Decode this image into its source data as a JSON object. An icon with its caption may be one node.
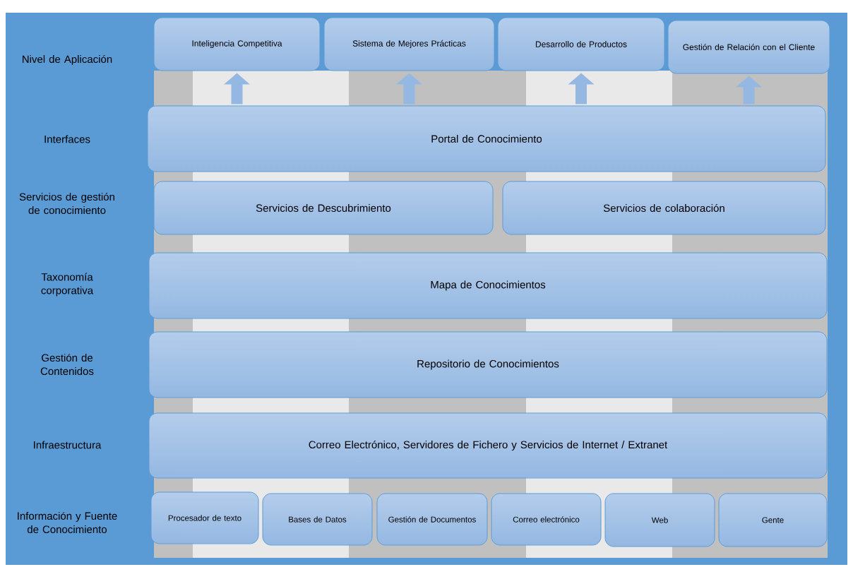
{
  "diagram": {
    "nodes": [
      {
        "text": [
          "Inteligencia Competitiva"
        ]
      },
      {
        "text": [
          "Sistema de Mejores Prácticas"
        ]
      },
      {
        "text": [
          "Desarrollo de Productos"
        ]
      },
      {
        "text": [
          "Gestión de Relación con el Cliente"
        ]
      },
      {
        "text": [
          "Portal de Conocimiento"
        ]
      },
      {
        "text": [
          "Servicios de Descubrimiento"
        ]
      },
      {
        "text": [
          "Servicios de colaboración"
        ]
      },
      {
        "text": [
          "Mapa de Conocimientos"
        ]
      },
      {
        "text": [
          "Repositorio de Conocimientos"
        ]
      },
      {
        "text": [
          "Correo Electrónico, Servidores de Fichero y Servicios de Internet / Extranet"
        ]
      },
      {
        "text": [
          "Procesador de texto"
        ]
      },
      {
        "text": [
          "Bases de Datos"
        ]
      },
      {
        "text": [
          "Gestión de Documentos"
        ]
      },
      {
        "text": [
          "Correo electrónico"
        ]
      },
      {
        "text": [
          "Web"
        ]
      },
      {
        "text": [
          "Gente"
        ]
      }
    ],
    "edges": [
      {
        "from": 4,
        "to": 0,
        "arrow": "to"
      },
      {
        "from": 4,
        "to": 1,
        "arrow": "to"
      },
      {
        "from": 4,
        "to": 2,
        "arrow": "to"
      },
      {
        "from": 4,
        "to": 3,
        "arrow": "to"
      }
    ],
    "labels": [
      "Nivel de Aplicación",
      "Interfaces",
      "Servicios de gestión de conocimiento",
      "Taxonomía corporativa",
      "Gestión de Contenidos",
      "Infraestructura",
      "Información y Fuente de Conocimiento"
    ]
  }
}
